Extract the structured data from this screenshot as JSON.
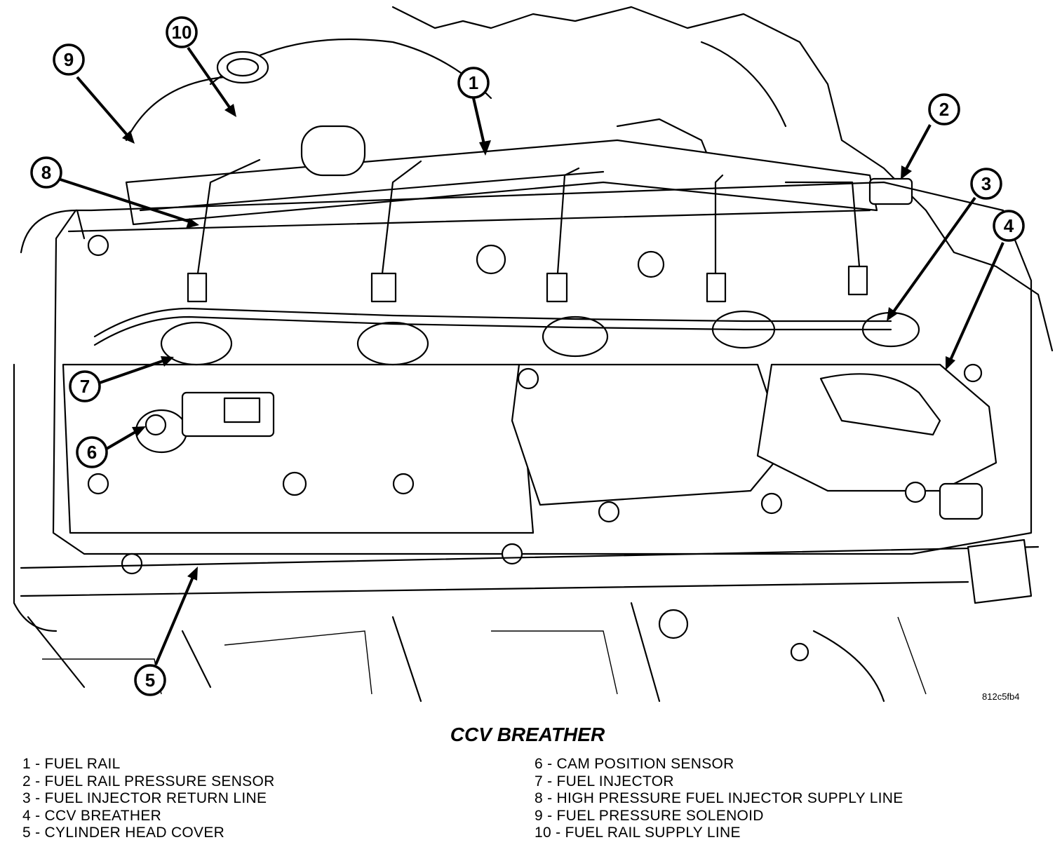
{
  "figure": {
    "reference_id": "812c5fb4",
    "caption": "CCV BREATHER"
  },
  "callouts": [
    {
      "number": "1"
    },
    {
      "number": "2"
    },
    {
      "number": "3"
    },
    {
      "number": "4"
    },
    {
      "number": "5"
    },
    {
      "number": "6"
    },
    {
      "number": "7"
    },
    {
      "number": "8"
    },
    {
      "number": "9"
    },
    {
      "number": "10"
    }
  ],
  "legend": {
    "left": [
      "1 - FUEL RAIL",
      "2 - FUEL RAIL PRESSURE SENSOR",
      "3 - FUEL INJECTOR RETURN LINE",
      "4 - CCV BREATHER",
      "5 - CYLINDER HEAD COVER"
    ],
    "right": [
      "6 - CAM POSITION SENSOR",
      "7 - FUEL INJECTOR",
      "8 - HIGH PRESSURE FUEL INJECTOR SUPPLY LINE",
      "9 - FUEL PRESSURE SOLENOID",
      "10 - FUEL RAIL SUPPLY LINE"
    ]
  }
}
